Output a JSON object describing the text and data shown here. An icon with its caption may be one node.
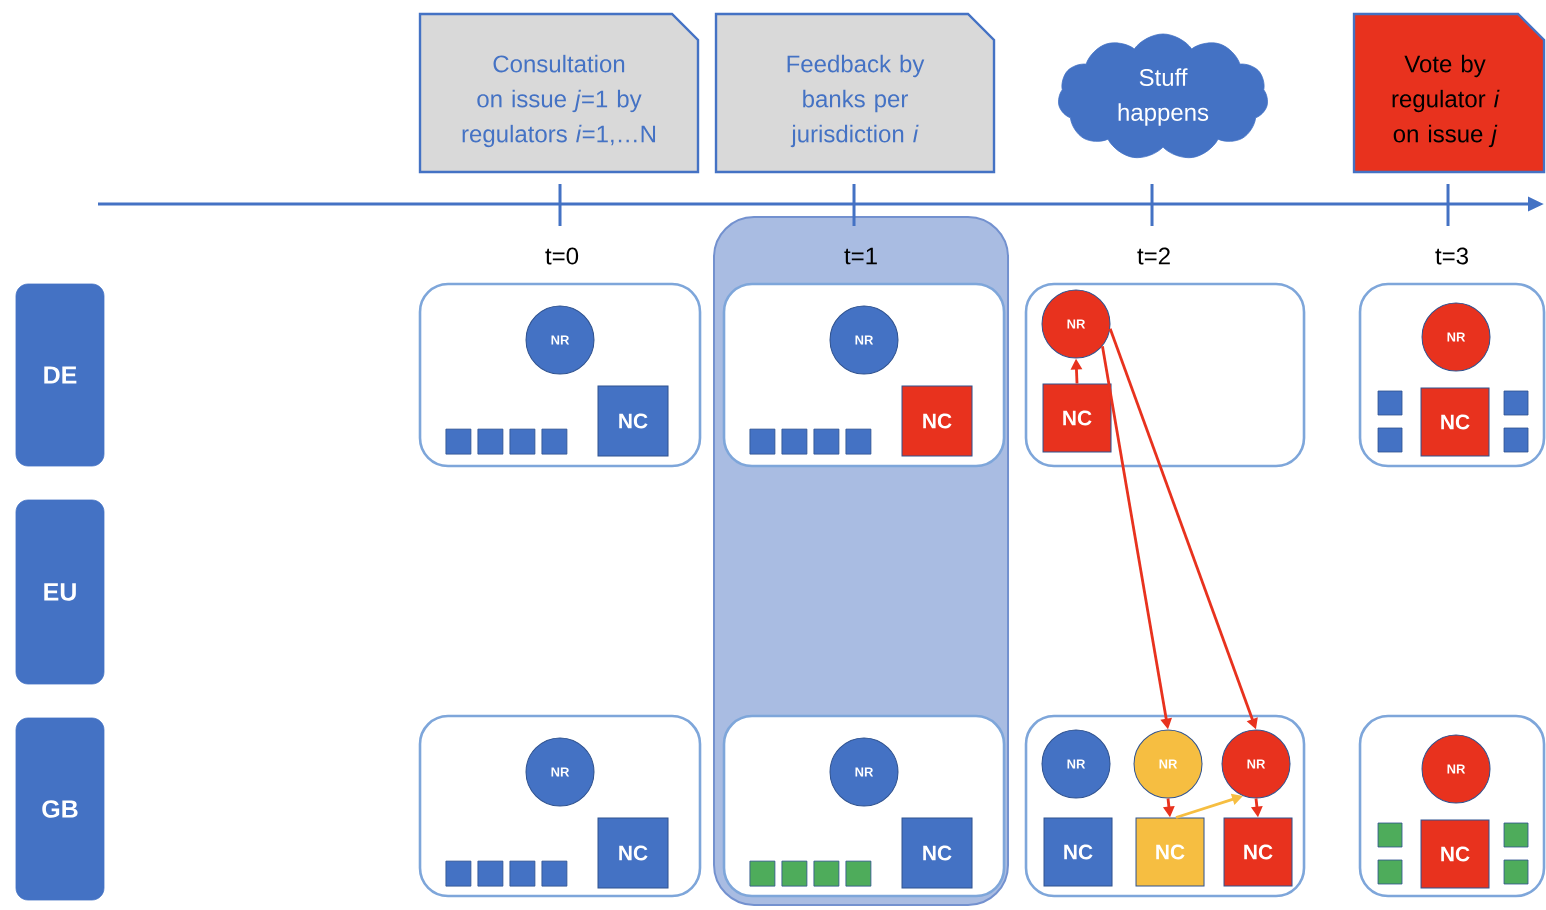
{
  "diagram": {
    "nodes": [
      {
        "text": [
          "Consultation on issue *j*=1 by regulators *i*=1,…N"
        ]
      },
      {
        "text": [
          "Feedback by banks per jurisdiction *i*"
        ]
      },
      {
        "text": [
          "Stuff happens"
        ]
      },
      {
        "text": [
          "Vote by regulator *i* on issue *j*"
        ]
      },
      {
        "text": [
          "t=1"
        ]
      },
      {
        "text": [
          "DE"
        ]
      },
      {
        "text": [
          "EU"
        ]
      },
      {
        "text": [
          "GB"
        ]
      },
      {
        "text": [],
        "shape": "box"
      },
      {
        "text": [
          "NR"
        ],
        "in": 8
      },
      {
        "text": [
          "NC"
        ],
        "in": 8
      },
      {
        "text": [],
        "shape": "box",
        "in": 8
      },
      {
        "text": [],
        "shape": "box",
        "in": 8
      },
      {
        "text": [],
        "shape": "box",
        "in": 8
      },
      {
        "text": [],
        "shape": "box",
        "in": 8
      },
      {
        "text": [],
        "shape": "box",
        "in": 4
      },
      {
        "text": [
          "NR"
        ],
        "in": 15
      },
      {
        "text": [
          "NC"
        ],
        "in": 15
      },
      {
        "text": [],
        "shape": "box",
        "in": 15
      },
      {
        "text": [],
        "shape": "box",
        "in": 15
      },
      {
        "text": [],
        "shape": "box",
        "in": 15
      },
      {
        "text": [],
        "shape": "box",
        "in": 15
      },
      {
        "text": [],
        "shape": "box"
      },
      {
        "text": [
          "NR"
        ],
        "in": 22
      },
      {
        "text": [
          "NC"
        ],
        "in": 22
      },
      {
        "text": [],
        "shape": "box"
      },
      {
        "text": [
          "NR"
        ],
        "in": 25
      },
      {
        "text": [
          "NC"
        ],
        "in": 25
      },
      {
        "text": [],
        "shape": "box",
        "in": 25
      },
      {
        "text": [],
        "shape": "box",
        "in": 25
      },
      {
        "text": [],
        "shape": "box",
        "in": 25
      },
      {
        "text": [],
        "shape": "box",
        "in": 25
      },
      {
        "text": [],
        "shape": "box"
      },
      {
        "text": [
          "NR"
        ],
        "in": 32
      },
      {
        "text": [
          "NC"
        ],
        "in": 32
      },
      {
        "text": [],
        "shape": "box",
        "in": 32
      },
      {
        "text": [],
        "shape": "box",
        "in": 32
      },
      {
        "text": [],
        "shape": "box",
        "in": 32
      },
      {
        "text": [],
        "shape": "box",
        "in": 32
      },
      {
        "text": [],
        "shape": "box",
        "in": 4
      },
      {
        "text": [
          "NR"
        ],
        "in": 39
      },
      {
        "text": [
          "NC"
        ],
        "in": 39
      },
      {
        "text": [],
        "shape": "box",
        "in": 39
      },
      {
        "text": [],
        "shape": "box",
        "in": 39
      },
      {
        "text": [],
        "shape": "box",
        "in": 39
      },
      {
        "text": [],
        "shape": "box",
        "in": 39
      },
      {
        "text": [],
        "shape": "box"
      },
      {
        "text": [
          "NR"
        ],
        "in": 46
      },
      {
        "text": [
          "NR"
        ],
        "in": 46
      },
      {
        "text": [
          "NR"
        ],
        "in": 46
      },
      {
        "text": [
          "NC"
        ],
        "in": 46
      },
      {
        "text": [
          "NC"
        ],
        "in": 46
      },
      {
        "text": [
          "NC"
        ],
        "in": 46
      },
      {
        "text": [],
        "shape": "box"
      },
      {
        "text": [
          "NR"
        ],
        "in": 53
      },
      {
        "text": [
          "NC"
        ],
        "in": 53
      },
      {
        "text": [],
        "shape": "box",
        "in": 53
      },
      {
        "text": [],
        "shape": "box",
        "in": 53
      },
      {
        "text": [],
        "shape": "box",
        "in": 53
      },
      {
        "text": [],
        "shape": "box",
        "in": 53
      }
    ],
    "edges": [
      {
        "from": 24,
        "to": 23,
        "arrow": "to"
      },
      {
        "from": 23,
        "to": 48,
        "arrow": "to"
      },
      {
        "from": 23,
        "to": 49,
        "arrow": "to"
      },
      {
        "from": 48,
        "to": 51,
        "arrow": "to"
      },
      {
        "from": 49,
        "to": 52,
        "arrow": "to"
      },
      {
        "from": 51,
        "to": 49,
        "arrow": "to",
        "color": "#f6be41"
      }
    ],
    "labels": [
      "t=0",
      "t=2",
      "t=3"
    ]
  }
}
